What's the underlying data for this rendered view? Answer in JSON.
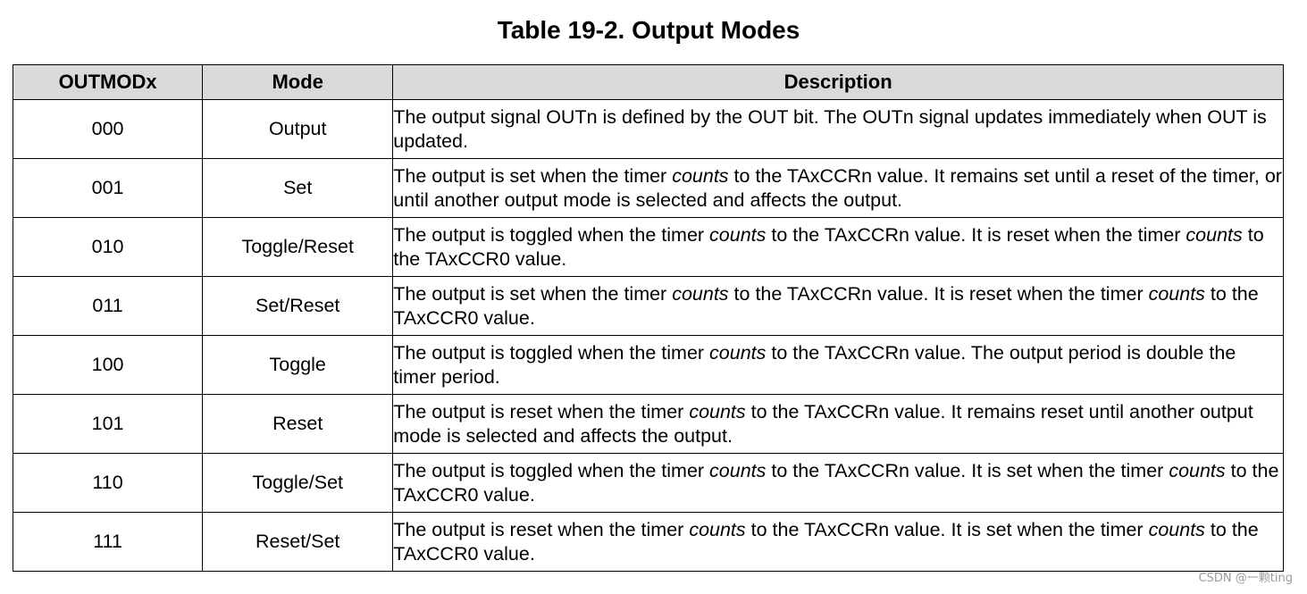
{
  "title": "Table 19-2. Output Modes",
  "headers": [
    "OUTMODx",
    "Mode",
    "Description"
  ],
  "rows": [
    {
      "code": "000",
      "mode": "Output",
      "desc": [
        {
          "t": "The output signal OUTn is defined by the OUT bit. The OUTn signal updates immediately when OUT is updated."
        }
      ]
    },
    {
      "code": "001",
      "mode": "Set",
      "desc": [
        {
          "t": "The output is set when the timer "
        },
        {
          "t": "counts",
          "i": true
        },
        {
          "t": " to the TAxCCRn value. It remains set until a reset of the timer, or until another output mode is selected and affects the output."
        }
      ]
    },
    {
      "code": "010",
      "mode": "Toggle/Reset",
      "desc": [
        {
          "t": "The output is toggled when the timer "
        },
        {
          "t": "counts",
          "i": true
        },
        {
          "t": " to the TAxCCRn value. It is reset when the timer "
        },
        {
          "t": "counts",
          "i": true
        },
        {
          "t": " to the TAxCCR0 value."
        }
      ]
    },
    {
      "code": "011",
      "mode": "Set/Reset",
      "desc": [
        {
          "t": "The output is set when the timer "
        },
        {
          "t": "counts",
          "i": true
        },
        {
          "t": " to the TAxCCRn value. It is reset when the timer "
        },
        {
          "t": "counts",
          "i": true
        },
        {
          "t": " to the TAxCCR0 value."
        }
      ]
    },
    {
      "code": "100",
      "mode": "Toggle",
      "desc": [
        {
          "t": "The output is toggled when the timer "
        },
        {
          "t": "counts",
          "i": true
        },
        {
          "t": " to the TAxCCRn value. The output period is double the timer period."
        }
      ]
    },
    {
      "code": "101",
      "mode": "Reset",
      "desc": [
        {
          "t": "The output is reset when the timer "
        },
        {
          "t": "counts",
          "i": true
        },
        {
          "t": " to the TAxCCRn value. It remains reset until another output mode is selected and affects the output."
        }
      ]
    },
    {
      "code": "110",
      "mode": "Toggle/Set",
      "desc": [
        {
          "t": "The output is toggled when the timer "
        },
        {
          "t": "counts",
          "i": true
        },
        {
          "t": " to the TAxCCRn value. It is set when the timer "
        },
        {
          "t": "counts",
          "i": true
        },
        {
          "t": " to the TAxCCR0 value."
        }
      ]
    },
    {
      "code": "111",
      "mode": "Reset/Set",
      "desc": [
        {
          "t": "The output is reset when the timer "
        },
        {
          "t": "counts",
          "i": true
        },
        {
          "t": " to the TAxCCRn value. It is set when the timer "
        },
        {
          "t": "counts",
          "i": true
        },
        {
          "t": " to the TAxCCR0 value."
        }
      ]
    }
  ],
  "watermark": "CSDN @一颗ting"
}
